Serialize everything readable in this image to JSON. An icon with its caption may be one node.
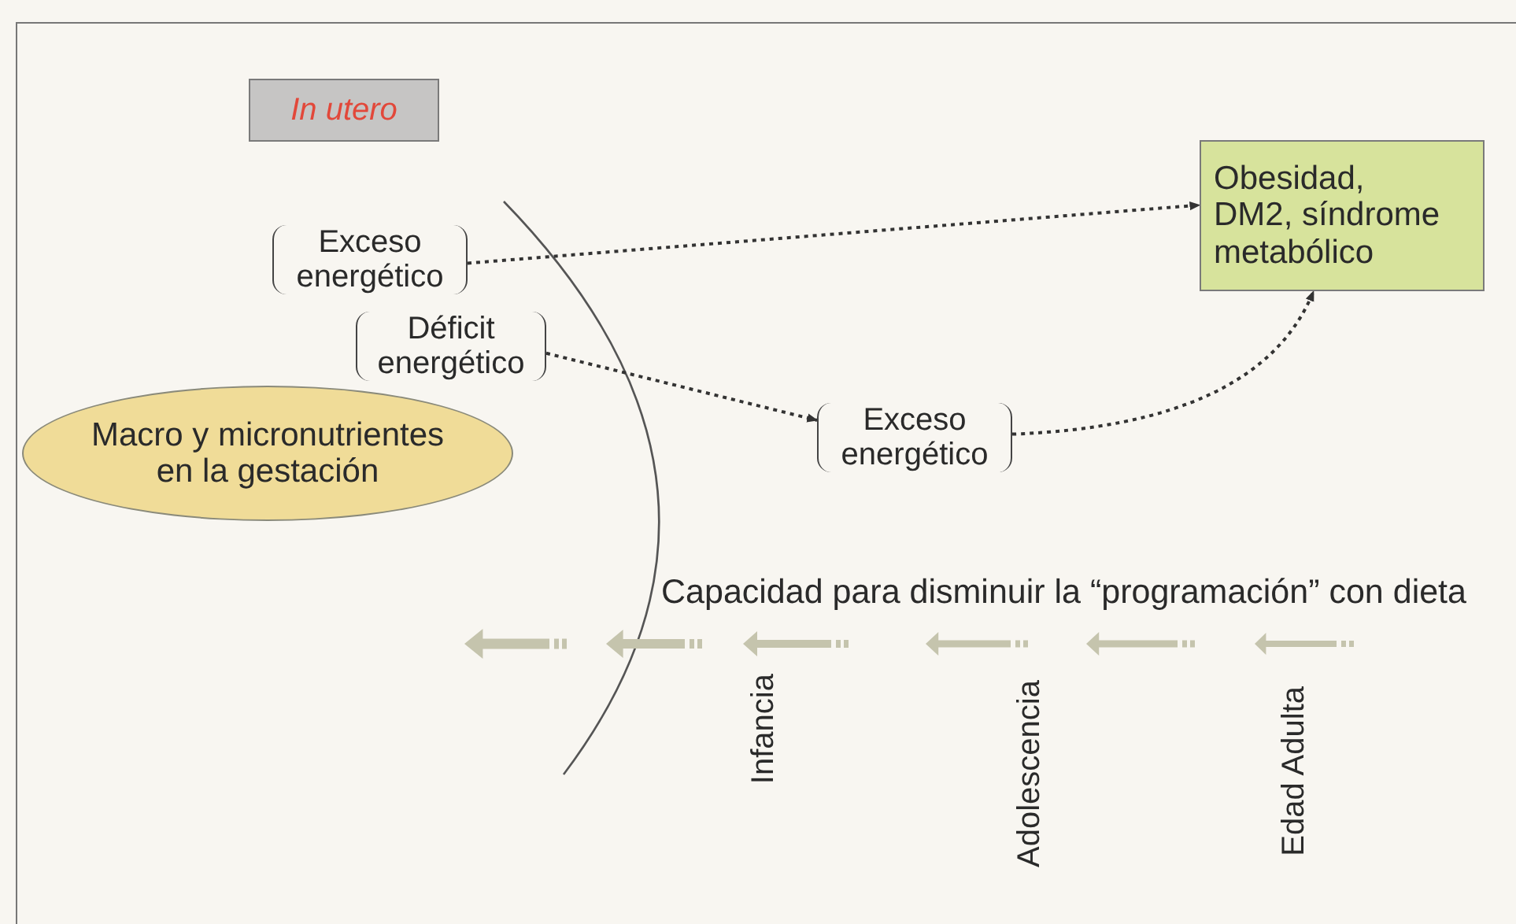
{
  "diagram": {
    "nodes": [
      {
        "text": [
          "In utero"
        ]
      },
      {
        "text": [
          "Exceso energético"
        ]
      },
      {
        "text": [
          "Déficit energético"
        ]
      },
      {
        "text": [
          "Macro y micronutrientes en la gestación"
        ]
      },
      {
        "text": [
          "Exceso energético"
        ]
      },
      {
        "text": [
          "Obesidad, DM2, síndrome metabólico"
        ]
      }
    ],
    "edges": [
      {
        "from": 1,
        "to": 5,
        "arrow": "to",
        "style": "dashed"
      },
      {
        "from": 2,
        "to": 4,
        "arrow": "to",
        "style": "dashed"
      },
      {
        "from": 4,
        "to": 5,
        "arrow": "to",
        "style": "dashed"
      }
    ],
    "labels": [
      "Capacidad para disminuir la “programación” con dieta",
      "Infancia",
      "Adolescencia",
      "Edad Adulta"
    ]
  }
}
